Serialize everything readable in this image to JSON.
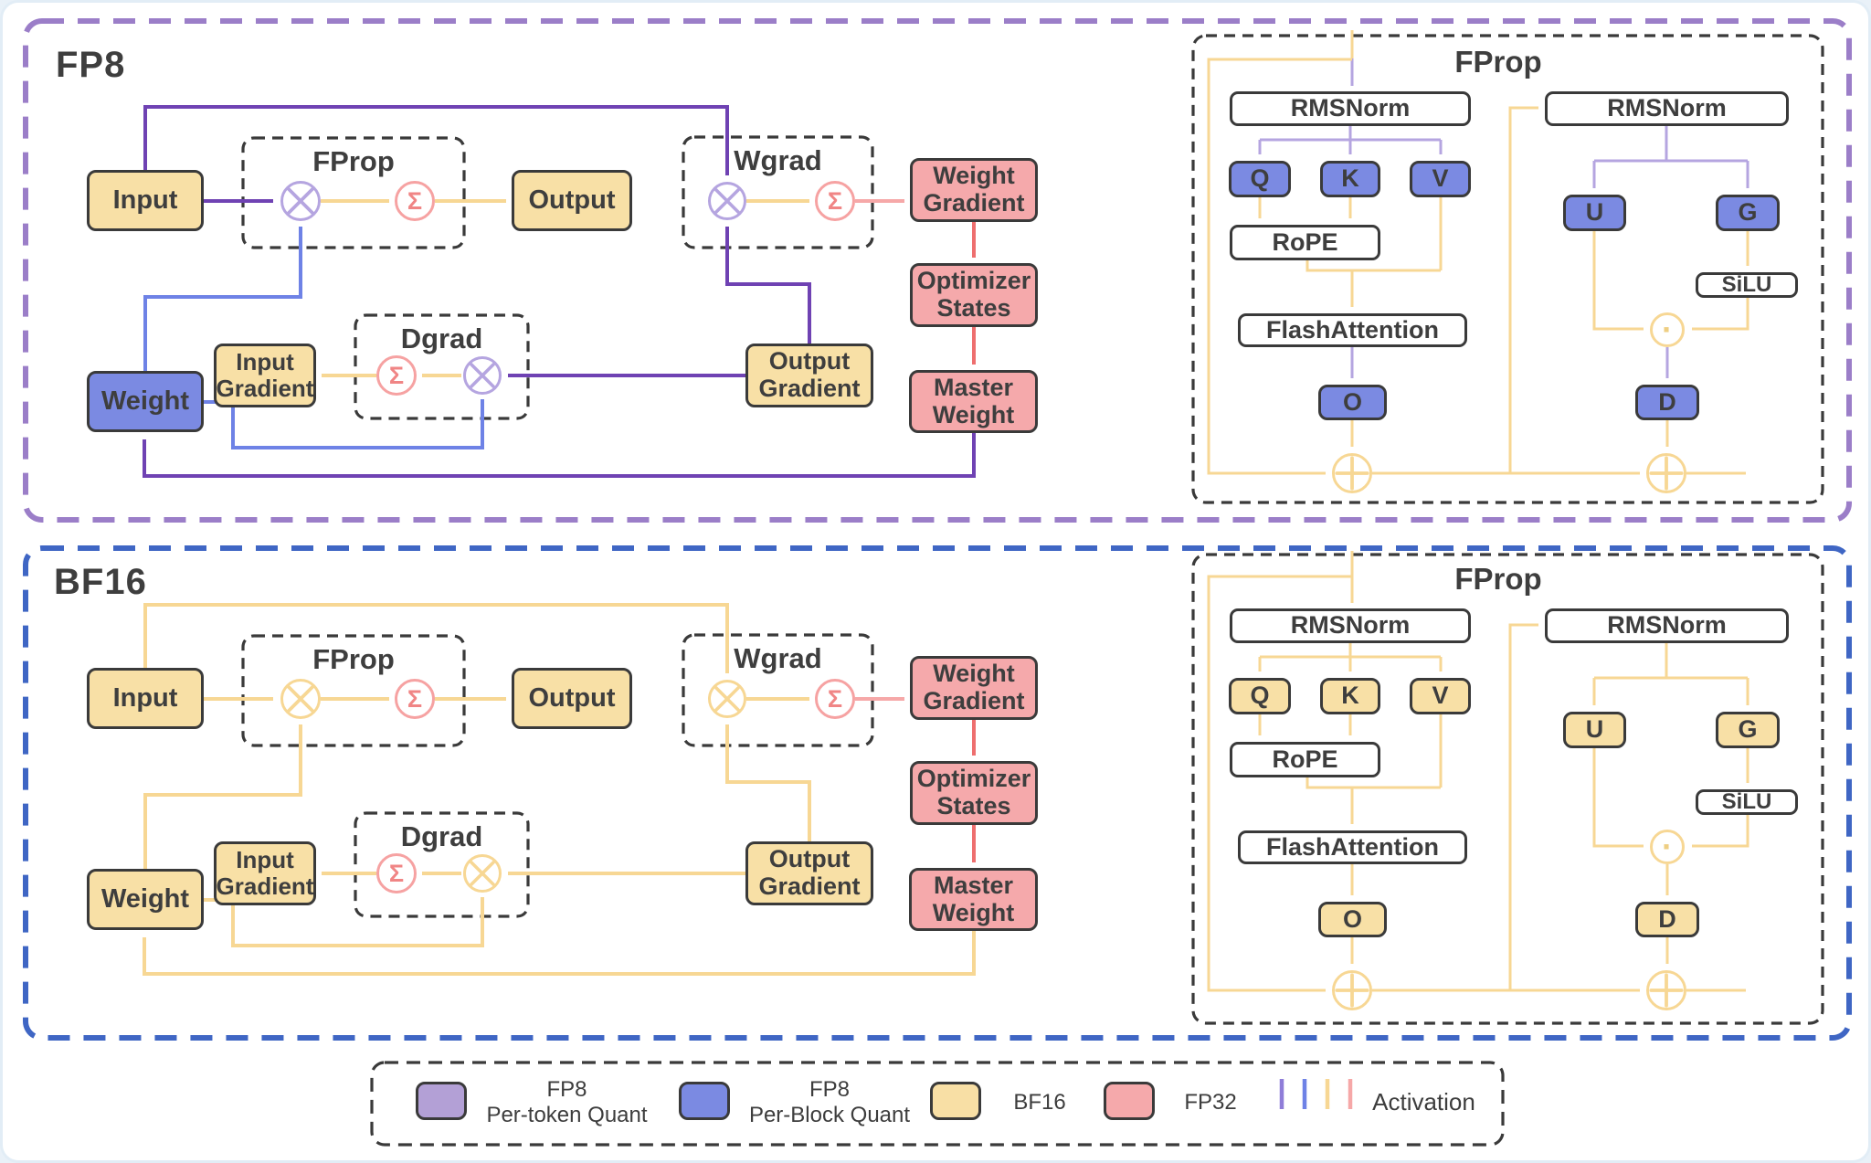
{
  "panels": {
    "fp8": {
      "title": "FP8",
      "flow": {
        "input": "Input",
        "output": "Output",
        "weight": "Weight",
        "fprop": "FProp",
        "wgrad": "Wgrad",
        "dgrad": "Dgrad",
        "sum": "Σ",
        "input_gradient": [
          "Input",
          "Gradient"
        ],
        "output_gradient": [
          "Output",
          "Gradient"
        ],
        "weight_gradient": [
          "Weight",
          "Gradient"
        ],
        "optimizer_states": [
          "Optimizer",
          "States"
        ],
        "master_weight": [
          "Master",
          "Weight"
        ]
      },
      "detail": {
        "title": "FProp",
        "rmsnorm_left": "RMSNorm",
        "rmsnorm_right": "RMSNorm",
        "q": "Q",
        "k": "K",
        "v": "V",
        "rope": "RoPE",
        "flash": "FlashAttention",
        "o": "O",
        "u": "U",
        "g": "G",
        "silu": "SiLU",
        "d": "D",
        "dot": "·"
      }
    },
    "bf16": {
      "title": "BF16",
      "flow": {
        "input": "Input",
        "output": "Output",
        "weight": "Weight",
        "fprop": "FProp",
        "wgrad": "Wgrad",
        "dgrad": "Dgrad",
        "sum": "Σ",
        "input_gradient": [
          "Input",
          "Gradient"
        ],
        "output_gradient": [
          "Output",
          "Gradient"
        ],
        "weight_gradient": [
          "Weight",
          "Gradient"
        ],
        "optimizer_states": [
          "Optimizer",
          "States"
        ],
        "master_weight": [
          "Master",
          "Weight"
        ]
      },
      "detail": {
        "title": "FProp",
        "rmsnorm_left": "RMSNorm",
        "rmsnorm_right": "RMSNorm",
        "q": "Q",
        "k": "K",
        "v": "V",
        "rope": "RoPE",
        "flash": "FlashAttention",
        "o": "O",
        "u": "U",
        "g": "G",
        "silu": "SiLU",
        "d": "D",
        "dot": "·"
      }
    }
  },
  "legend": {
    "items": [
      {
        "line1": "FP8",
        "line2": "Per-token Quant",
        "color": "#B3A0D6"
      },
      {
        "line1": "FP8",
        "line2": "Per-Block Quant",
        "color": "#7B8AE2"
      },
      {
        "line1": "BF16",
        "line2": "",
        "color": "#F8DFA5"
      },
      {
        "line1": "FP32",
        "line2": "",
        "color": "#F5A9AB"
      }
    ],
    "activation": "Activation",
    "arrow_colors": [
      "#8F7DD8",
      "#6E82E6",
      "#F7D794",
      "#F6A8A8"
    ]
  },
  "colors": {
    "fp8_border": "#9B7EC8",
    "bf16_border": "#3F66C4",
    "per_token_quant": "#B5A5E0",
    "per_block_quant": "#6E82E6",
    "bf16_line": "#F7D794",
    "fp32_arrow": "#F6A8A8",
    "optimizer_arrow": "#EE6F6F",
    "fp8_activation": "#6F42B3",
    "box_border": "#3A3A3A",
    "text": "#3E3E3E"
  }
}
